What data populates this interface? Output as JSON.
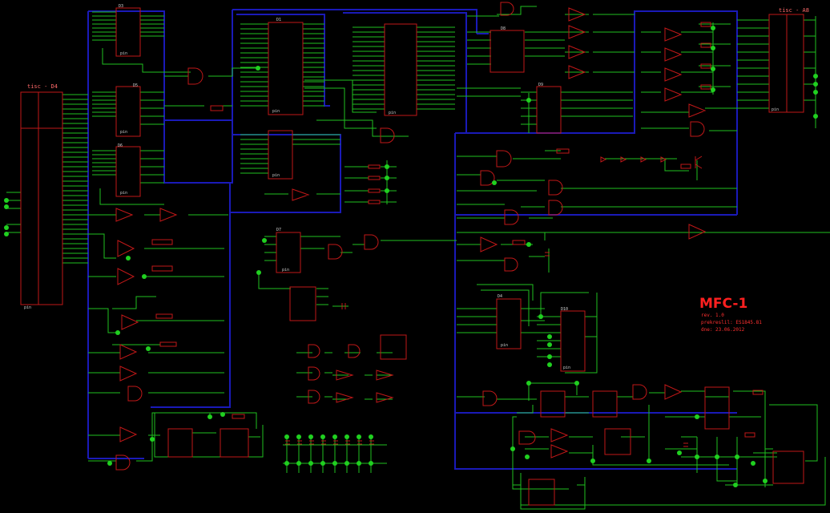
{
  "title_block": {
    "title": "MFC-1",
    "revision": "rev. 1.0",
    "author": "prekreslil: ES1845.81",
    "date": "dne: 23.06.2012"
  },
  "connectors": {
    "left": "tisc - D4",
    "right": "tisc - A8"
  },
  "chip_labels": [
    "D3",
    "D5",
    "D6",
    "D8",
    "D9",
    "D1",
    "D7",
    "D4",
    "D10"
  ],
  "colors": {
    "background": "#000000",
    "wire": "#1fc01f",
    "bus": "#1a1ab8",
    "component": "#c01818",
    "junction": "#20d020",
    "text": "#d0d0d0",
    "title": "#ff2020"
  }
}
